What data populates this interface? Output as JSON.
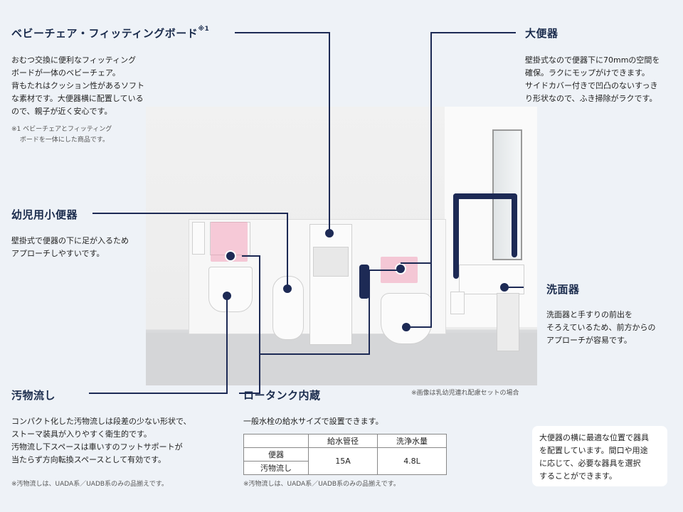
{
  "baby_chair": {
    "title": "ベビーチェア・フィッティングボード",
    "title_sup": "※1",
    "body": [
      "おむつ交換に便利なフィッティング",
      "ボードが一体のベビーチェア。",
      "背もたれはクッション性があるソフト",
      "な素材です。大便器横に配置している",
      "ので、親子が近く安心です。"
    ],
    "note": [
      "※1 ベビーチェアとフィッティング",
      "　 ボードを一体にした商品です。"
    ]
  },
  "toilet": {
    "title": "大便器",
    "body": [
      "壁掛式なので便器下に70mmの空間を",
      "確保。ラクにモップがけできます。",
      "サイドカバー付きで凹凸のないすっき",
      "り形状なので、ふき掃除がラクです。"
    ]
  },
  "child_urinal": {
    "title": "幼児用小便器",
    "body": [
      "壁掛式で便器の下に足が入るため",
      "アプローチしやすいです。"
    ]
  },
  "washbasin": {
    "title": "洗面器",
    "body": [
      "洗面器と手すりの前出を",
      "そろえているため、前方からの",
      "アプローチが容易です。"
    ]
  },
  "slop_sink": {
    "title": "汚物流し",
    "body": [
      "コンパクト化した汚物流しは段差の少ない形状で、",
      "ストーマ装具が入りやすく衛生的です。",
      "汚物流し下スペースは車いすのフットサポートが",
      "当たらず方向転換スペースとして有効です。"
    ],
    "note": "※汚物流しは、UADA系／UADB系のみの品揃えです。"
  },
  "low_tank": {
    "title": "ロータンク内蔵",
    "body": "一般水栓の給水サイズで設置できます。",
    "table": {
      "headers": [
        "給水管径",
        "洗浄水量"
      ],
      "rows": [
        "便器",
        "汚物流し"
      ],
      "pipe": "15A",
      "flush": "4.8L"
    },
    "note": "※汚物流しは、UADA系／UADB系のみの品揃えです。"
  },
  "photo_note": "※画像は乳幼児連れ配慮セットの場合",
  "info_box": [
    "大便器の横に最適な位置で器具",
    "を配置しています。間口や用途",
    "に応じて、必要な器具を選択",
    "することができます。"
  ],
  "colors": {
    "accent": "#1b2c4d",
    "line": "#1d2a55",
    "highlight": "#f08caa"
  }
}
